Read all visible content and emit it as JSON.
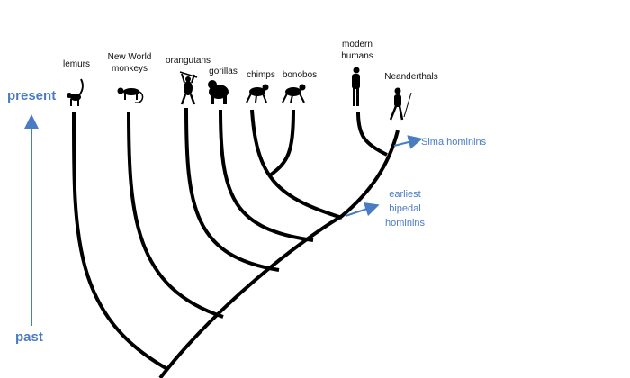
{
  "axis": {
    "top_label": "present",
    "bottom_label": "past"
  },
  "species": [
    {
      "label": "lemurs",
      "icon": "lemur-icon"
    },
    {
      "label": "New World monkeys",
      "icon": "monkey-icon"
    },
    {
      "label": "orangutans",
      "icon": "orangutan-icon"
    },
    {
      "label": "gorillas",
      "icon": "gorilla-icon"
    },
    {
      "label": "chimps",
      "icon": "chimp-icon"
    },
    {
      "label": "bonobos",
      "icon": "bonobo-icon"
    },
    {
      "label": "modern humans",
      "icon": "human-icon"
    },
    {
      "label": "Neanderthals",
      "icon": "neanderthal-icon"
    }
  ],
  "annotations": {
    "sima": "Sima hominins",
    "bipedal": "earliest bipedal hominins"
  },
  "colors": {
    "accent": "#4a7cc4",
    "tree": "#000000"
  }
}
